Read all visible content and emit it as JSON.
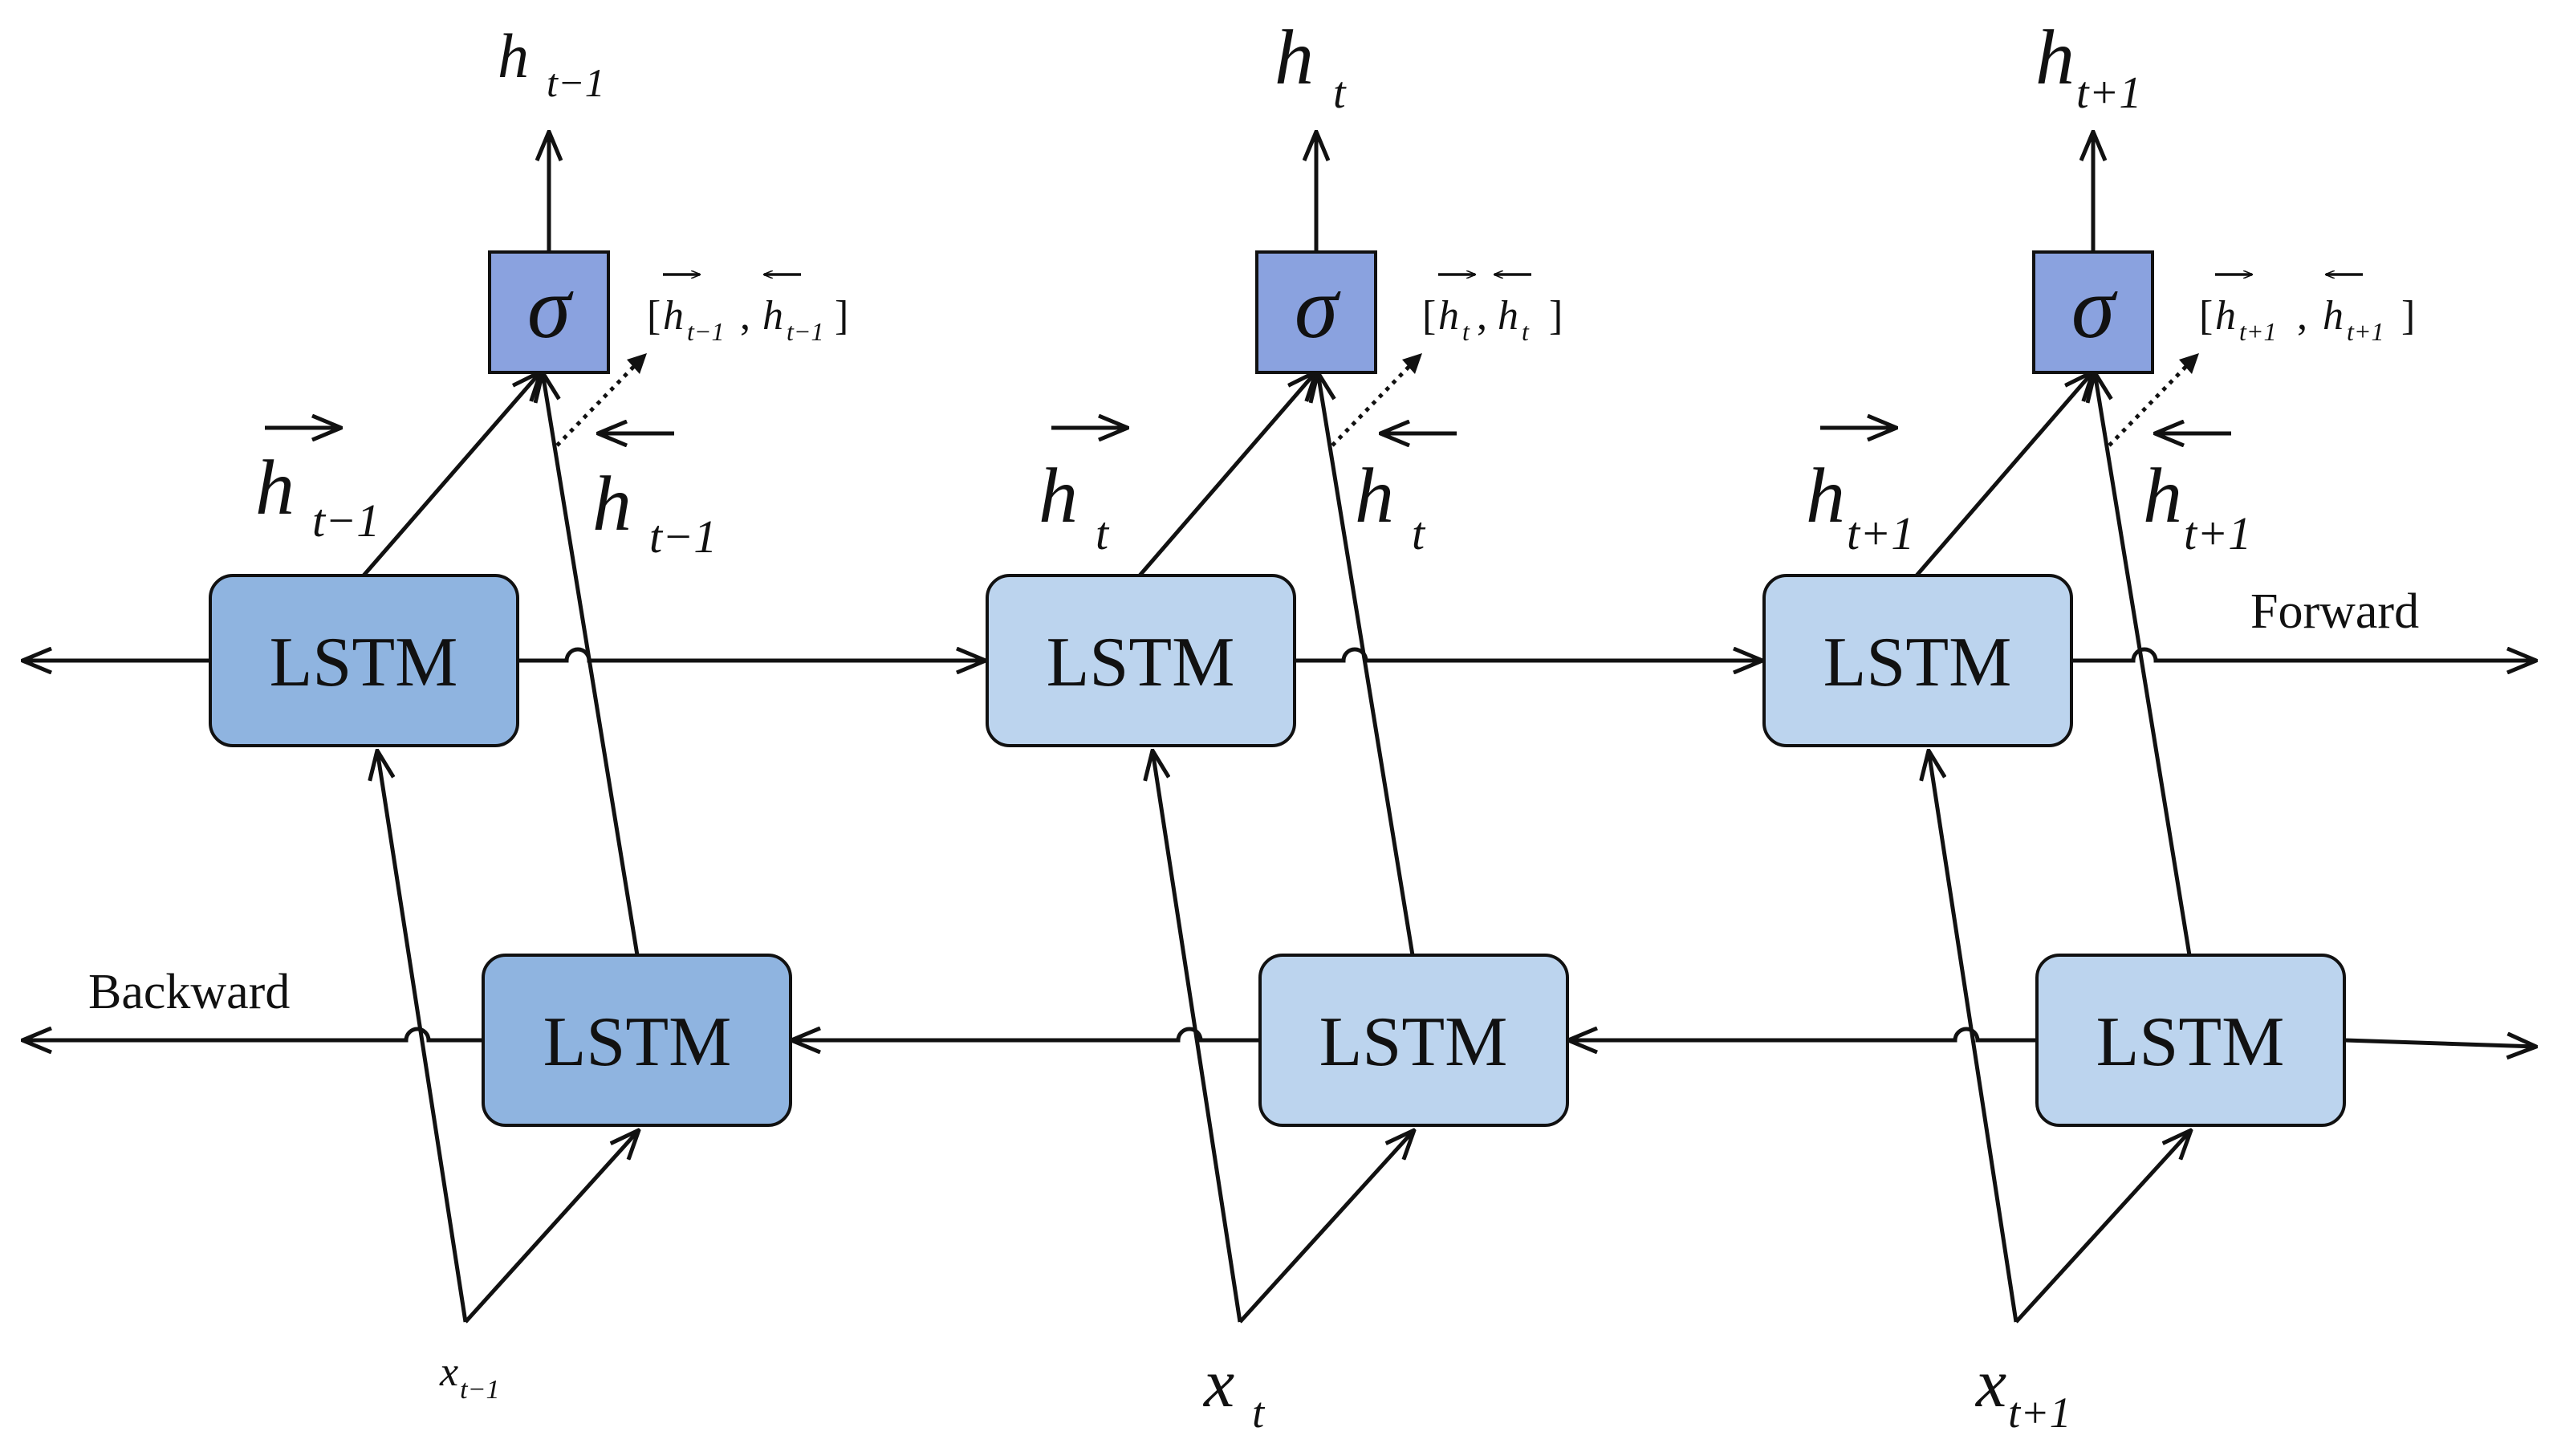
{
  "lstm_label": "LSTM",
  "sigma_symbol": "σ",
  "directions": {
    "forward": "Forward",
    "backward": "Backward"
  },
  "colors": {
    "first_cell": "#8fb4e0",
    "other_cells": "#bcd4ee",
    "sigma_box": "#8aa2df",
    "line": "#111111"
  },
  "timesteps": [
    {
      "h_base": "h",
      "h_sub": "t−1",
      "x_base": "x",
      "x_sub": "t−1",
      "fwd_base": "h",
      "fwd_sub": "t−1",
      "bwd_base": "h",
      "bwd_sub": "t−1",
      "concat_open": "[",
      "concat_sep": ",",
      "concat_close": "]"
    },
    {
      "h_base": "h",
      "h_sub": "t",
      "x_base": "x",
      "x_sub": "t",
      "fwd_base": "h",
      "fwd_sub": "t",
      "bwd_base": "h",
      "bwd_sub": "t",
      "concat_open": "[",
      "concat_sep": ",",
      "concat_close": "]"
    },
    {
      "h_base": "h",
      "h_sub": "t+1",
      "x_base": "x",
      "x_sub": "t+1",
      "fwd_base": "h",
      "fwd_sub": "t+1",
      "bwd_base": "h",
      "bwd_sub": "t+1",
      "concat_open": "[",
      "concat_sep": ",",
      "concat_close": "]"
    }
  ]
}
